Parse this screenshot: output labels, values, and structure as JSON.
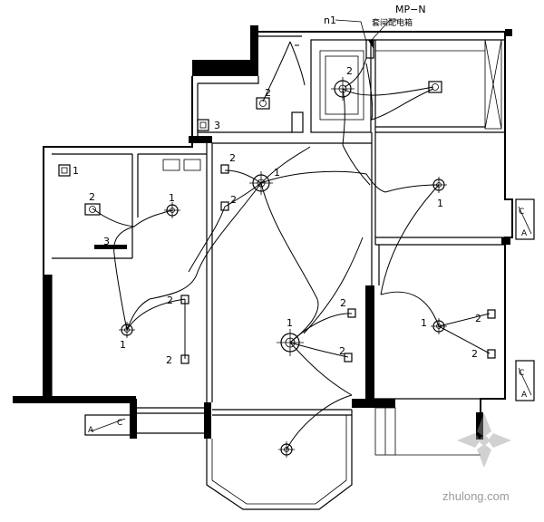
{
  "labels": {
    "panel_code": "MP−N",
    "panel_name": "套间配电箱",
    "circuit": "n1",
    "n_one": "1",
    "n_two": "2",
    "n_three": "3",
    "ac_a": "A",
    "ac_c": "C"
  },
  "watermark": {
    "text": "zhulong.com"
  }
}
